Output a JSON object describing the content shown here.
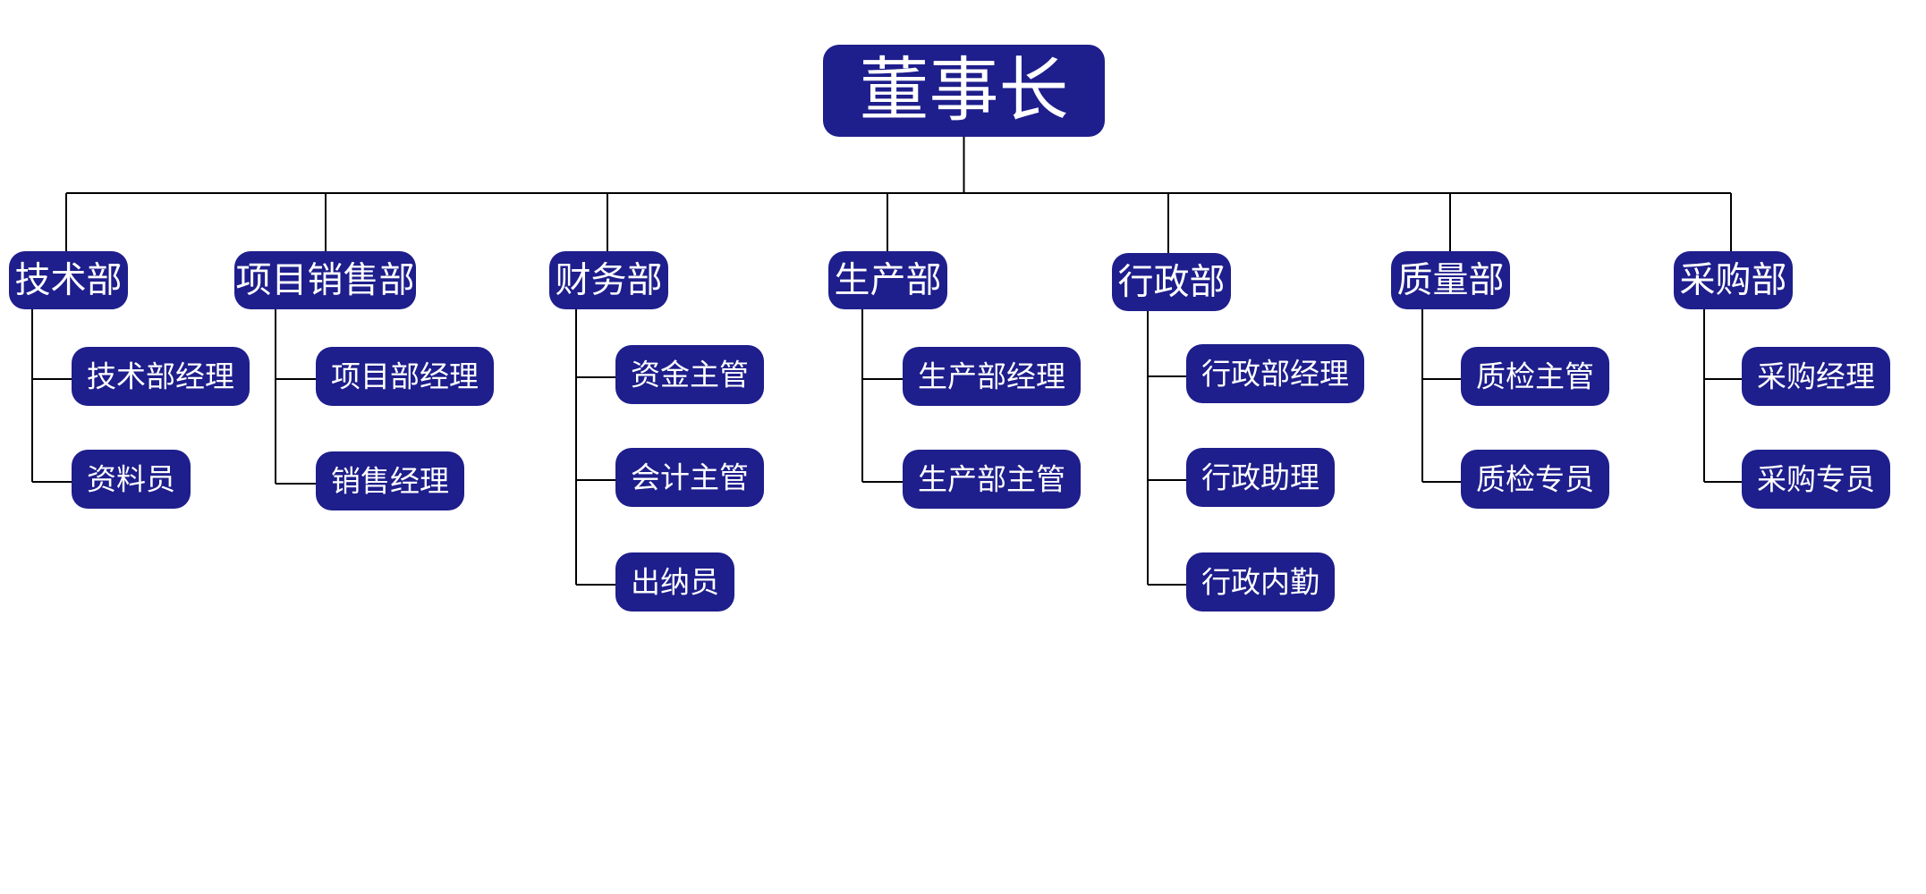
{
  "chart": {
    "node_color": "#1e1e8c",
    "line_color": "#000000",
    "root": "董事长",
    "departments": [
      {
        "name": "技术部",
        "children": [
          "技术部经理",
          "资料员"
        ]
      },
      {
        "name": "项目销售部",
        "children": [
          "项目部经理",
          "销售经理"
        ]
      },
      {
        "name": "财务部",
        "children": [
          "资金主管",
          "会计主管",
          "出纳员"
        ]
      },
      {
        "name": "生产部",
        "children": [
          "生产部经理",
          "生产部主管"
        ]
      },
      {
        "name": "行政部",
        "children": [
          "行政部经理",
          "行政助理",
          "行政内勤"
        ]
      },
      {
        "name": "质量部",
        "children": [
          "质检主管",
          "质检专员"
        ]
      },
      {
        "name": "采购部",
        "children": [
          "采购经理",
          "采购专员"
        ]
      }
    ]
  }
}
